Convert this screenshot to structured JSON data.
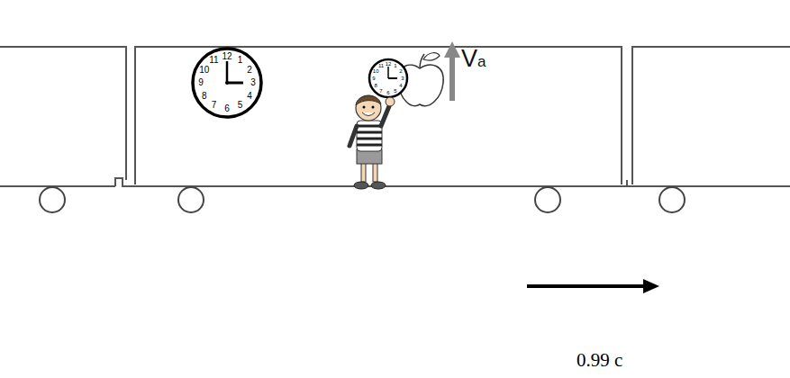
{
  "diagram": {
    "labels": [
      "12",
      "1",
      "2",
      "3",
      "4",
      "5",
      "6",
      "7",
      "8",
      "9",
      "10",
      "11",
      "12",
      "1",
      "2",
      "3",
      "4",
      "5",
      "6",
      "7",
      "8",
      "9",
      "10",
      "11",
      "Va",
      "0.99 c"
    ]
  }
}
